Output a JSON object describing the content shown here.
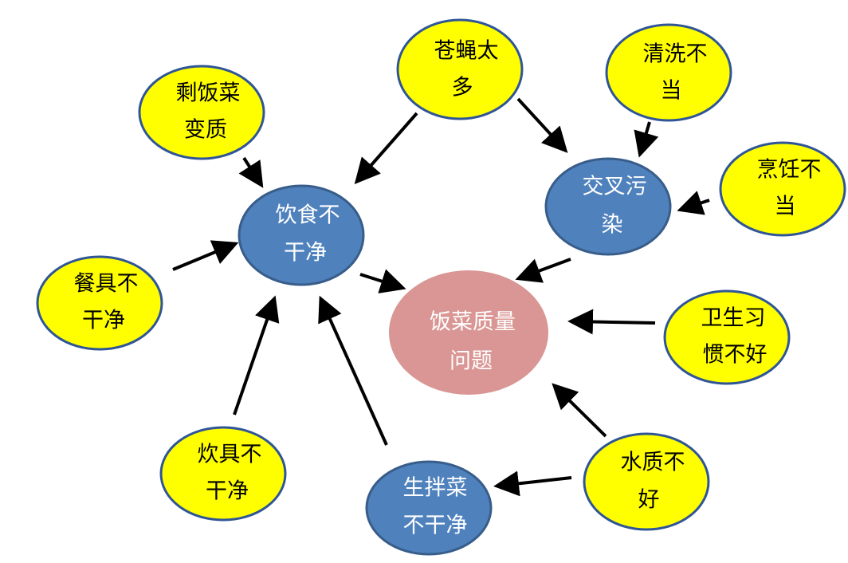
{
  "nodes": {
    "leftover": {
      "line1": "剩饭菜",
      "line2": "变质"
    },
    "flies": {
      "line1": "苍蝇太",
      "line2": "多"
    },
    "washing": {
      "line1": "清洗不",
      "line2": "当"
    },
    "cooking": {
      "line1": "烹饪不",
      "line2": "当"
    },
    "tableware": {
      "line1": "餐具不",
      "line2": "干净"
    },
    "unclean_food": {
      "line1": "饮食不",
      "line2": "干净"
    },
    "cross_contamination": {
      "line1": "交叉污",
      "line2": "染"
    },
    "quality_problem": {
      "line1": "饭菜质量",
      "line2": "问题"
    },
    "hygiene": {
      "line1": "卫生习",
      "line2": "惯不好"
    },
    "cookware": {
      "line1": "炊具不",
      "line2": "干净"
    },
    "salad": {
      "line1": "生拌菜",
      "line2": "不干净"
    },
    "water": {
      "line1": "水质不",
      "line2": "好"
    }
  },
  "colors": {
    "cause_node": "#ffff00",
    "intermediate_node": "#4f81bd",
    "result_node": "#d99694",
    "arrow": "#000000"
  }
}
